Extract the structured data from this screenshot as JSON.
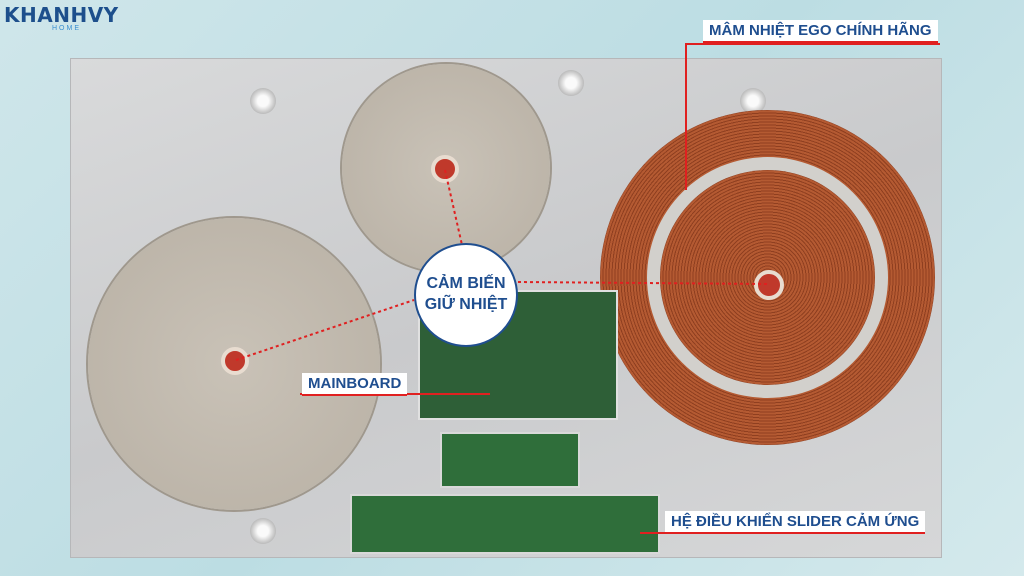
{
  "logo": {
    "name": "KHANHVY",
    "sub": "HOME"
  },
  "labels": {
    "ego": "MÂM NHIỆT EGO CHÍNH HÃNG",
    "sensor": "CẢM BIẾN GIỮ NHIỆT",
    "mainboard": "MAINBOARD",
    "slider": "HỆ ĐIỀU KHIỂN SLIDER CẢM ỨNG"
  },
  "colors": {
    "label_text": "#1f4e8f",
    "callout_line": "#e02020"
  }
}
